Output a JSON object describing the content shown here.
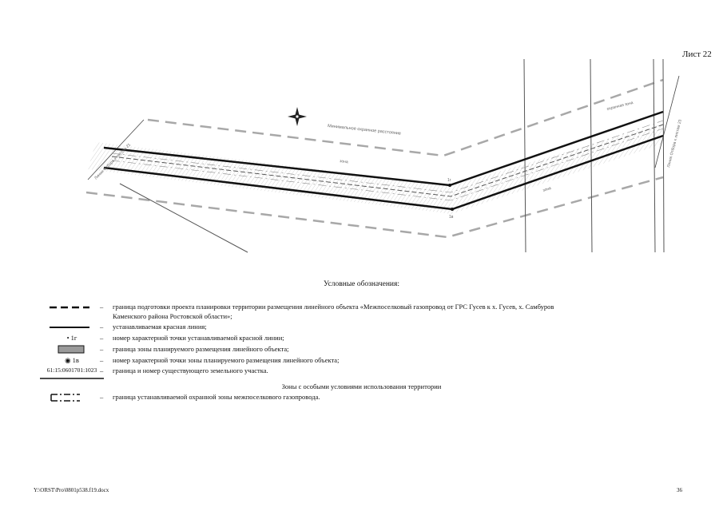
{
  "sheet_label": "Лист 22",
  "map": {
    "left_label": "Линия Отбора к листам 21",
    "right_label": "Линия Отбора к листам 23",
    "top_label": "Минимальное охранное расстояние",
    "zone_left": "зона",
    "zone_right_top": "охранная зона",
    "zone_right_bottom": "зона",
    "point_top": "1г",
    "point_bottom": "1в"
  },
  "legend": {
    "title": "Условные обозначения:",
    "items": [
      {
        "symbol_type": "dashed",
        "dash": "–",
        "text": "граница подготовки проекта планировки территории  размещения линейного объекта «Межпоселковый газопровод от ГРС Гусев к х. Гусев, х. Самбуров"
      },
      {
        "symbol_type": "none",
        "dash": "",
        "text": "Каменского района Ростовской области»;"
      },
      {
        "symbol_type": "solid",
        "dash": "–",
        "text": "устанавливаемая красная линия;"
      },
      {
        "symbol_type": "point",
        "symbol_label": "1г",
        "dash": "–",
        "text": "номер характерной точки устанавливаемой красной линии;"
      },
      {
        "symbol_type": "hatch",
        "dash": "–",
        "text": "граница зоны планируемого размещения линейного объекта;"
      },
      {
        "symbol_type": "circle",
        "symbol_label": "1в",
        "dash": "–",
        "text": "номер характерной точки  зоны планируемого размещения линейного объекта;"
      },
      {
        "symbol_type": "cadastral",
        "symbol_label": "61:15:0601701:1023",
        "dash": "–",
        "text": "граница и номер существующего земельного участка."
      }
    ],
    "zones_title": "Зоны с особыми условиями использования территории",
    "zone_item": {
      "dash": "–",
      "text": "граница устанавливаемой охранной зоны межпоселкового газопровода."
    }
  },
  "footer": {
    "path": "Y:\\ORST\\Pro\\0801p538.f19.docx",
    "page": "36"
  }
}
